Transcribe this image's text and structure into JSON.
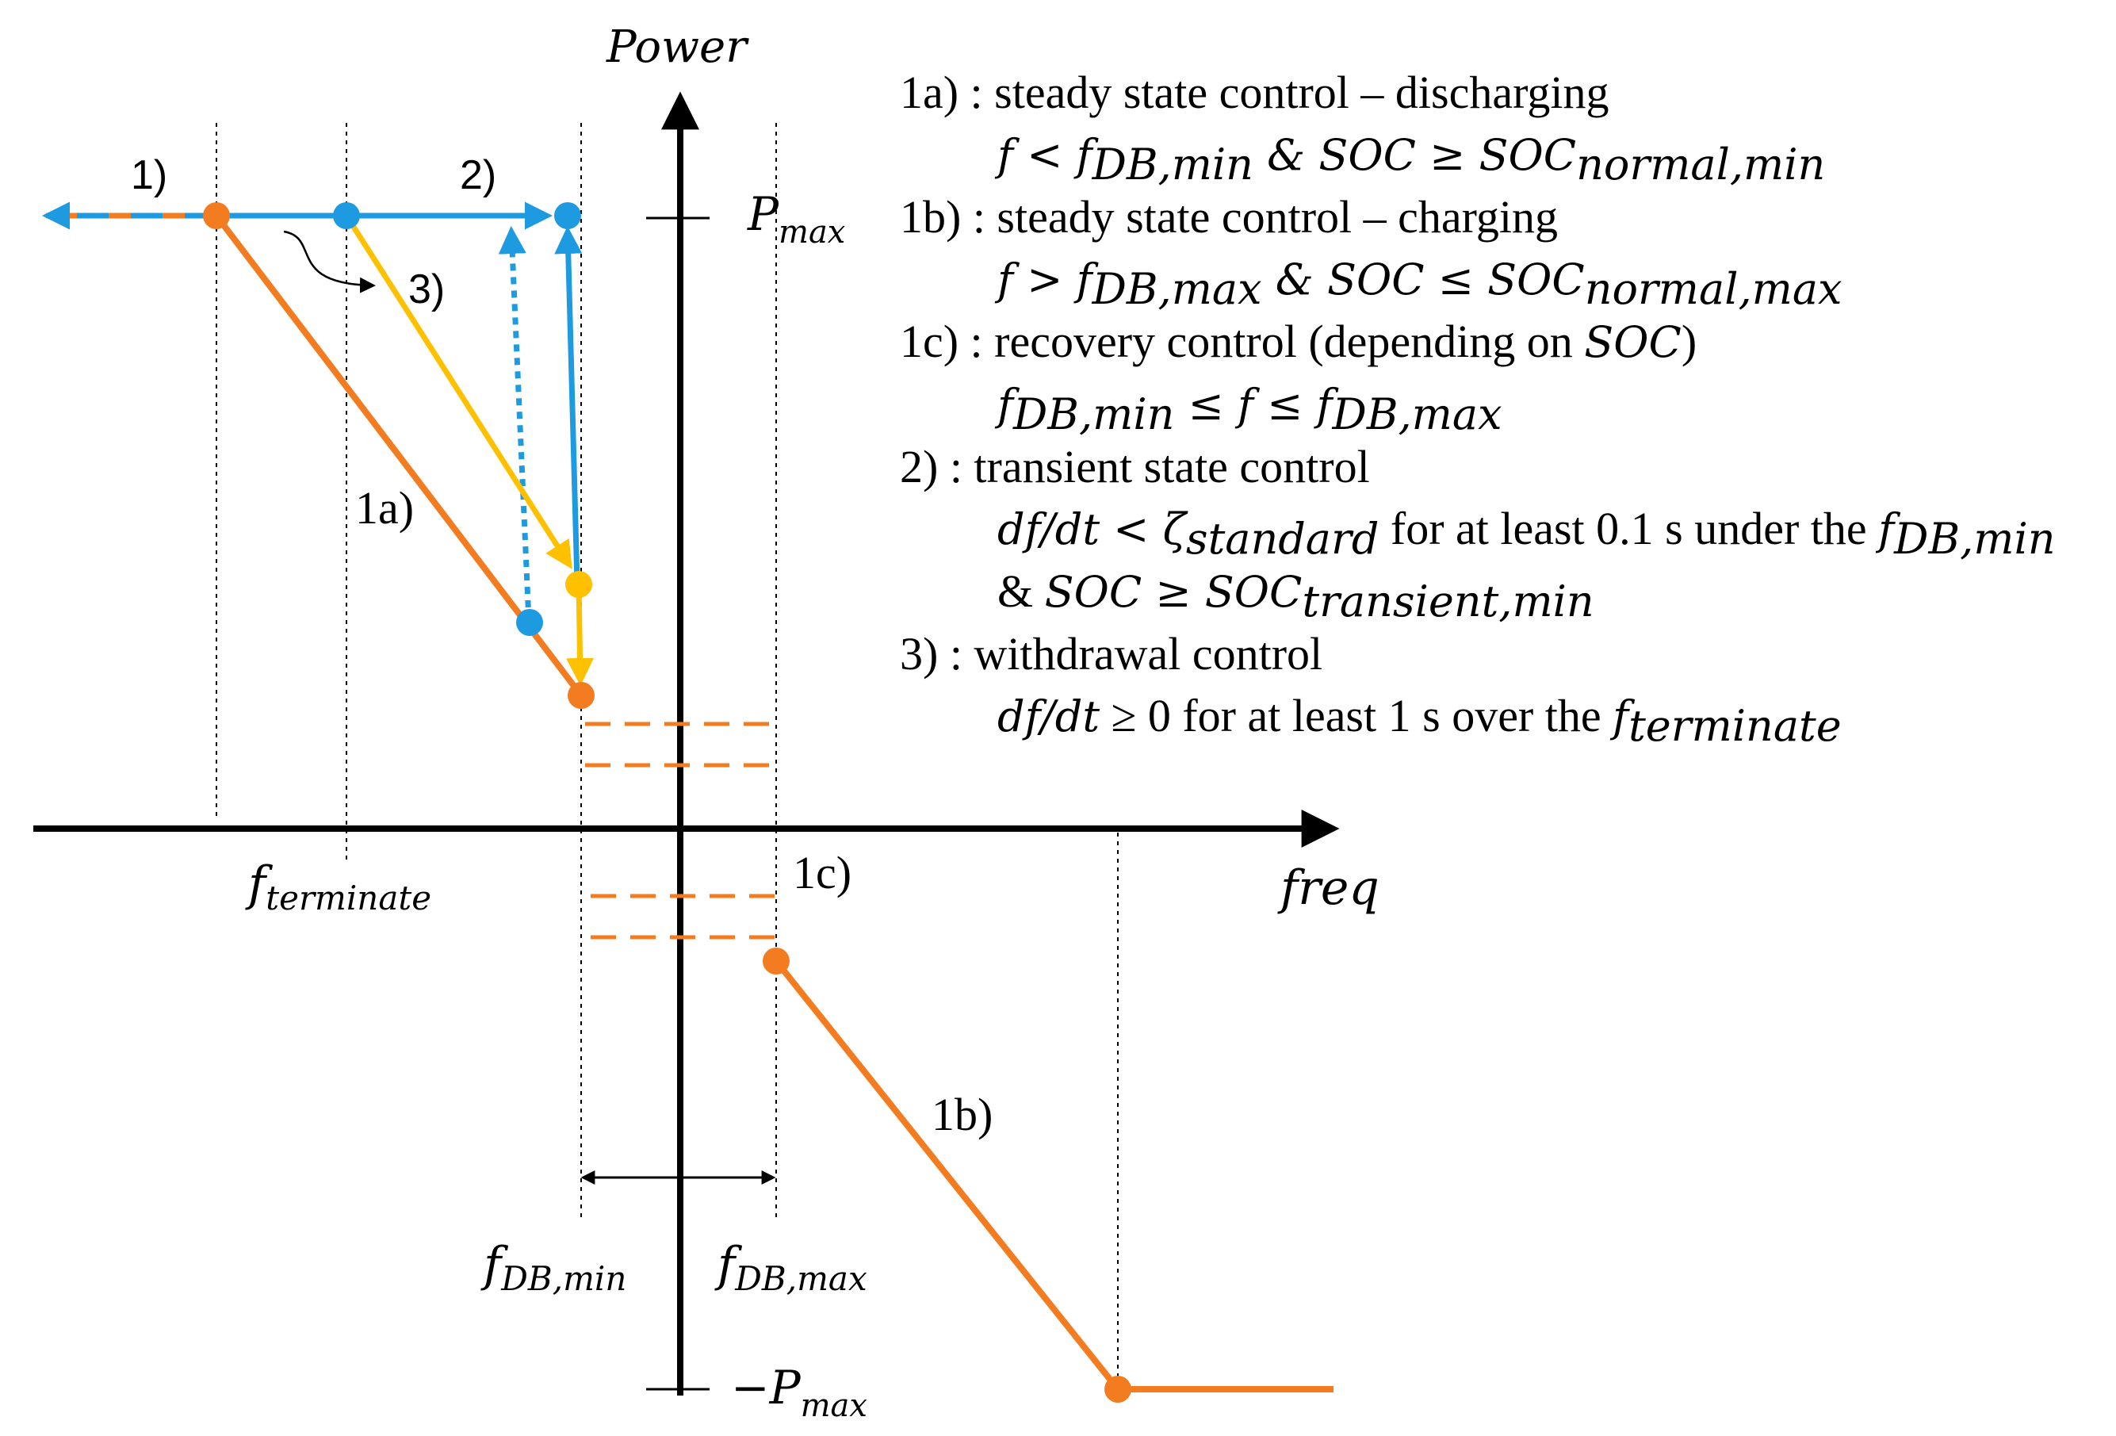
{
  "axes": {
    "y_label": "Power",
    "x_label": "freq",
    "pmax": {
      "base": "P",
      "sub": "max"
    },
    "neg_pmax": {
      "base": "−P",
      "sub": "max"
    },
    "f_terminate": {
      "base": "f",
      "sub": "terminate"
    },
    "f_db_min": {
      "base": "f",
      "sub": "DB,min"
    },
    "f_db_max": {
      "base": "f",
      "sub": "DB,max"
    }
  },
  "curve_labels": {
    "l1": "1)",
    "l2": "2)",
    "l3": "3)",
    "l1a": "1a)",
    "l1b": "1b)",
    "l1c": "1c)"
  },
  "colors": {
    "orange": "#F47C20",
    "blue": "#1E9BE0",
    "yellow": "#FFC000",
    "black": "#000000"
  },
  "legend": {
    "items": [
      {
        "head": "1a) : steady state control – discharging",
        "cond": [
          "f < f",
          "DB,min",
          " & SOC ≥ SOC",
          "normal,min"
        ]
      },
      {
        "head": "1b) : steady state control – charging",
        "cond": [
          "f > f",
          "DB,max",
          " & SOC ≤ SOC",
          "normal,max"
        ]
      },
      {
        "head_pre": "1c) : recovery control (depending on ",
        "head_math": "SOC",
        "head_post": ")",
        "cond": [
          "f",
          "DB,min",
          " ≤ f ≤ f",
          "DB,max"
        ]
      },
      {
        "head": "2) : transient state control",
        "cond_math1": "df/dt < ζ",
        "cond_sub1": "standard",
        "cond_text": " for at least 0.1 s under the ",
        "cond_math2": "f",
        "cond_sub2": "DB,min",
        "cond2_pre": "& ",
        "cond2_math": "SOC ≥ SOC",
        "cond2_sub": "transient,min"
      },
      {
        "head": "3) : withdrawal control",
        "cond_math1": "df/dt",
        "cond_text": " ≥ 0 for at least 1 s over the ",
        "cond_math2": "f",
        "cond_sub2": "terminate"
      }
    ]
  }
}
